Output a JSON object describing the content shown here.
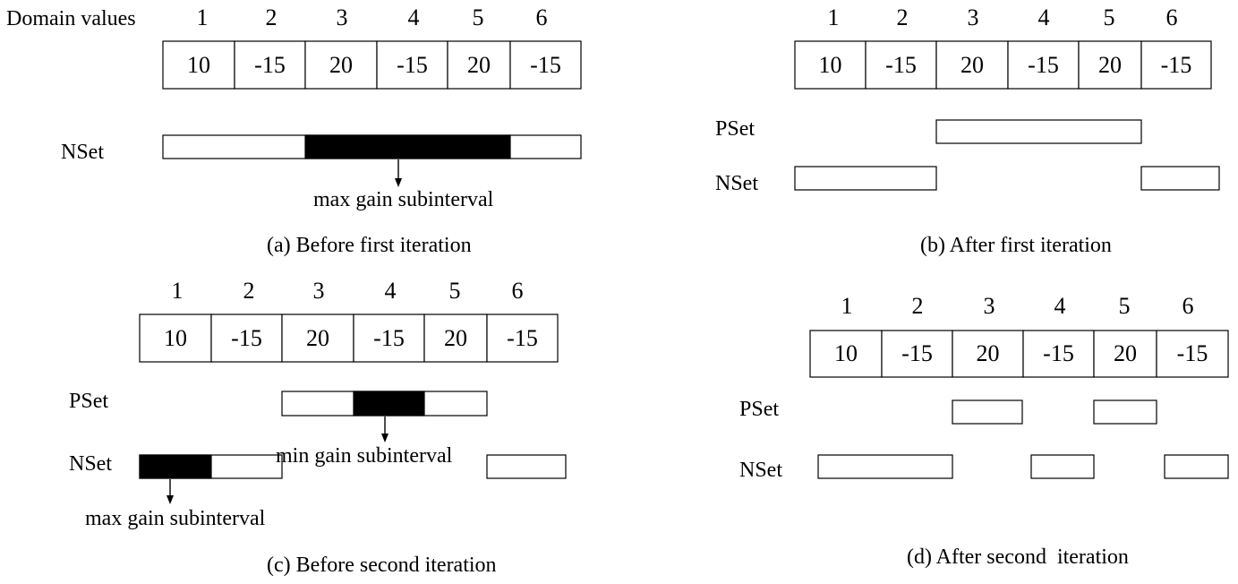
{
  "domain_label": "Domain values",
  "panels": [
    {
      "id": "a",
      "caption": "(a) Before first iteration",
      "indices": [
        "1",
        "2",
        "3",
        "4",
        "5",
        "6"
      ],
      "values": [
        "10",
        "-15",
        "20",
        "-15",
        "20",
        "-15"
      ],
      "rows": [
        {
          "label": "NSet",
          "bars": [
            {
              "start": 1,
              "end": 6
            }
          ],
          "highlights": [
            {
              "start": 3,
              "end": 5
            }
          ]
        }
      ],
      "annotations": [
        {
          "text": "max gain subinterval"
        }
      ]
    },
    {
      "id": "b",
      "caption": "(b) After first iteration",
      "indices": [
        "1",
        "2",
        "3",
        "4",
        "5",
        "6"
      ],
      "values": [
        "10",
        "-15",
        "20",
        "-15",
        "20",
        "-15"
      ],
      "rows": [
        {
          "label": "PSet",
          "bars": [
            {
              "start": 3,
              "end": 5
            }
          ],
          "highlights": []
        },
        {
          "label": "NSet",
          "bars": [
            {
              "start": 1,
              "end": 2
            },
            {
              "start": 6,
              "end": 6
            }
          ],
          "highlights": []
        }
      ],
      "annotations": []
    },
    {
      "id": "c",
      "caption": "(c) Before second iteration",
      "indices": [
        "1",
        "2",
        "3",
        "4",
        "5",
        "6"
      ],
      "values": [
        "10",
        "-15",
        "20",
        "-15",
        "20",
        "-15"
      ],
      "rows": [
        {
          "label": "PSet",
          "bars": [
            {
              "start": 3,
              "end": 5
            }
          ],
          "highlights": [
            {
              "start": 4,
              "end": 4
            }
          ]
        },
        {
          "label": "NSet",
          "bars": [
            {
              "start": 1,
              "end": 2
            },
            {
              "start": 6,
              "end": 6
            }
          ],
          "highlights": [
            {
              "start": 1,
              "end": 1
            }
          ]
        }
      ],
      "annotations": [
        {
          "text": "min gain subinterval"
        },
        {
          "text": "max gain subinterval"
        }
      ]
    },
    {
      "id": "d",
      "caption": "(d) After second  iteration",
      "indices": [
        "1",
        "2",
        "3",
        "4",
        "5",
        "6"
      ],
      "values": [
        "10",
        "-15",
        "20",
        "-15",
        "20",
        "-15"
      ],
      "rows": [
        {
          "label": "PSet",
          "bars": [
            {
              "start": 3,
              "end": 3
            },
            {
              "start": 5,
              "end": 5
            }
          ],
          "highlights": []
        },
        {
          "label": "NSet",
          "bars": [
            {
              "start": 1,
              "end": 2
            },
            {
              "start": 4,
              "end": 4
            },
            {
              "start": 6,
              "end": 6
            }
          ],
          "highlights": []
        }
      ],
      "annotations": []
    }
  ]
}
